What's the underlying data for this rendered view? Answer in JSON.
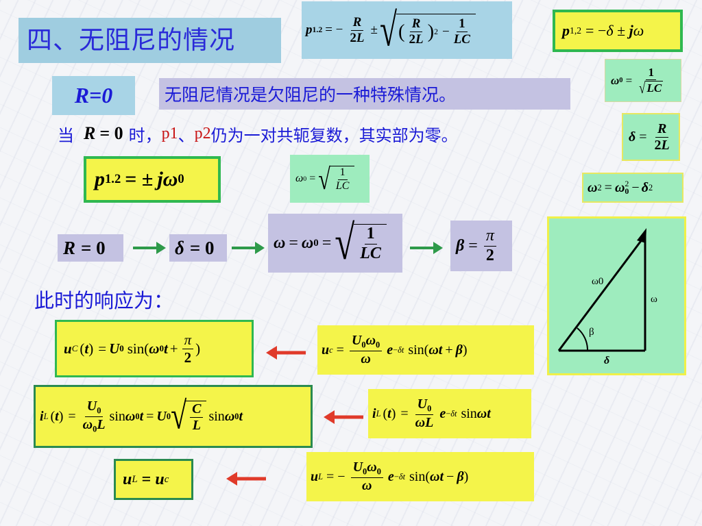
{
  "title": "四、无阻尼的情况",
  "formulas": {
    "top_root": "p1.2 = −R/2L ± √((R/2L)² − 1/LC)",
    "top_right_1": "p1,2 = −δ ± jω",
    "omega0_def": "ω0 = 1/√LC",
    "delta_def": "δ = R/2L",
    "omega_sq": "ω² = ω0² − δ²",
    "omega0_small": "ω0 = √(1/LC)",
    "p_imag": "p1.2 = ±jω0",
    "chain_r": "R = 0",
    "chain_delta": "δ = 0",
    "chain_omega": "ω = ω0 = √(1/LC)",
    "chain_beta": "β = π/2",
    "uc_damped": "uc = (U0ω0/ω) e^(−δt) sin(ωt + β)",
    "uc_undamped": "uC(t) = U0 sin(ω0t + π/2)",
    "il_damped": "iL(t) = (U0/ωL) e^(−δt) sin ωt",
    "il_undamped": "iL(t) = (U0/ω0L) sin ω0t = U0 √(C/L) sin ω0t",
    "ul_damped": "uL = −(U0ω0/ω) e^(−δt) sin(ωt − β)",
    "ul_undamped": "uL = uc"
  },
  "r0_label": "R=0",
  "note": "无阻尼情况是欠阻尼的一种特殊情况。",
  "when_line": {
    "prefix": "当",
    "mid": "时，",
    "p1": "p1",
    "sep": "、",
    "p2": "p2",
    "suffix": "仍为一对共轭复数，其实部为零。"
  },
  "response_label": "此时的响应为：",
  "triangle": {
    "hyp": "ω0",
    "vert": "ω",
    "angle": "β",
    "base": "δ"
  },
  "colors": {
    "title_blue": "#2a2ad8",
    "arrow_green": "#2e9a4a",
    "arrow_red": "#e03a2a",
    "panel_yellow": "#f4f44a",
    "panel_mint": "#9eecbe",
    "panel_lavender": "#c4c2e2",
    "panel_teal": "#a8d4e6"
  }
}
